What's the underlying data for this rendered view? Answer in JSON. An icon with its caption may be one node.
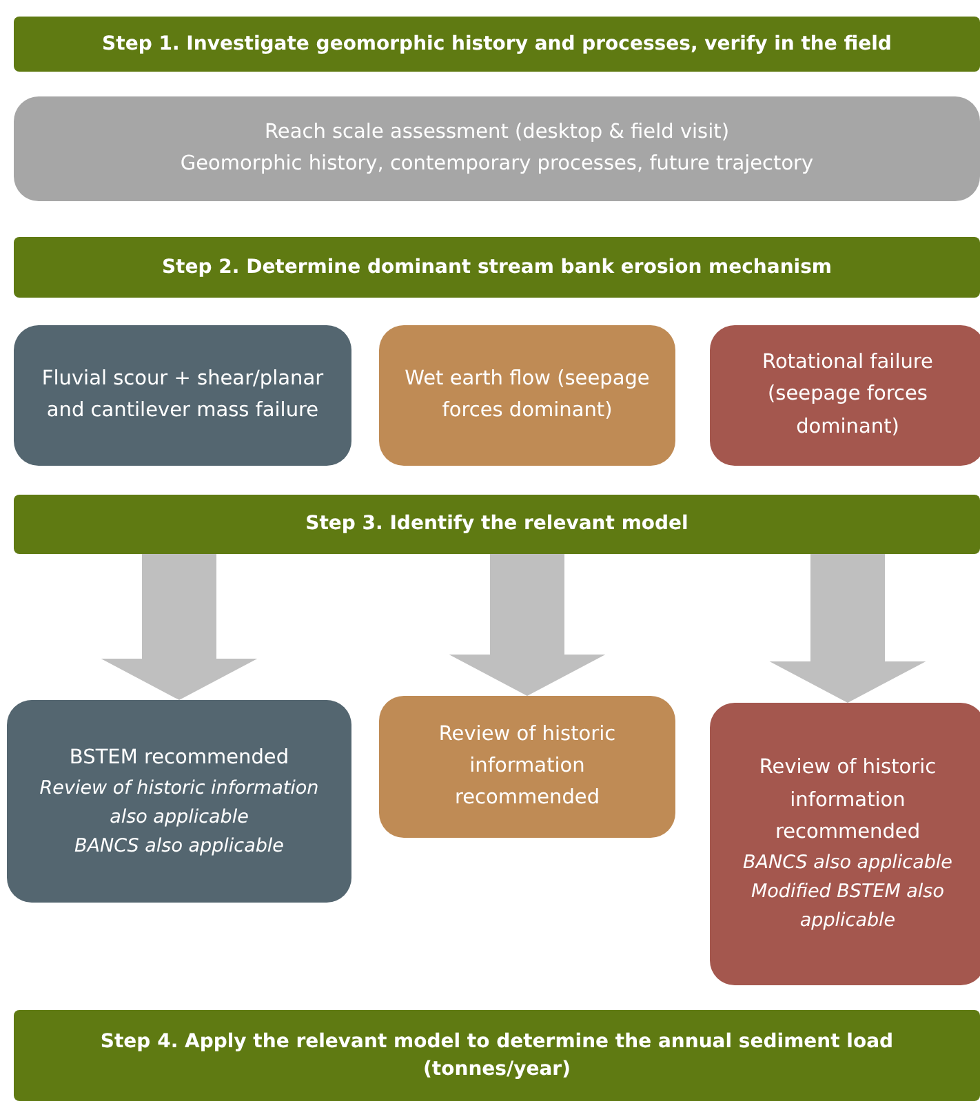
{
  "diagram": {
    "nodes": [
      {
        "text": [
          "Step 1. Investigate geomorphic history and processes, verify in the field"
        ]
      },
      {
        "text": [
          "Reach scale assessment (desktop & field visit)",
          "Geomorphic history, contemporary processes, future trajectory"
        ]
      },
      {
        "text": [
          "Step 2. Determine  dominant stream bank erosion mechanism"
        ]
      },
      {
        "text": [
          "Fluvial scour + shear/planar and cantilever mass failure"
        ]
      },
      {
        "text": [
          "Wet earth flow (seepage forces dominant)"
        ]
      },
      {
        "text": [
          "Rotational failure (seepage forces dominant)"
        ]
      },
      {
        "text": [
          "Step 3. Identify the relevant model"
        ]
      },
      {
        "text": [
          "BSTEM recommended",
          "*Review of historic information also applicable*",
          "*BANCS also applicable*"
        ]
      },
      {
        "text": [
          "Review of historic information recommended"
        ]
      },
      {
        "text": [
          "Review of historic information recommended",
          "*BANCS also applicable*",
          "*Modified BSTEM also applicable*"
        ]
      },
      {
        "text": [
          "Step 4. Apply the relevant model to determine the annual sediment load (tonnes/year)"
        ]
      }
    ],
    "edges": [
      {
        "from": 6,
        "to": 7,
        "arrow": "to",
        "style": "thick"
      },
      {
        "from": 6,
        "to": 8,
        "arrow": "to",
        "style": "thick"
      },
      {
        "from": 6,
        "to": 9,
        "arrow": "to",
        "style": "thick"
      }
    ]
  }
}
